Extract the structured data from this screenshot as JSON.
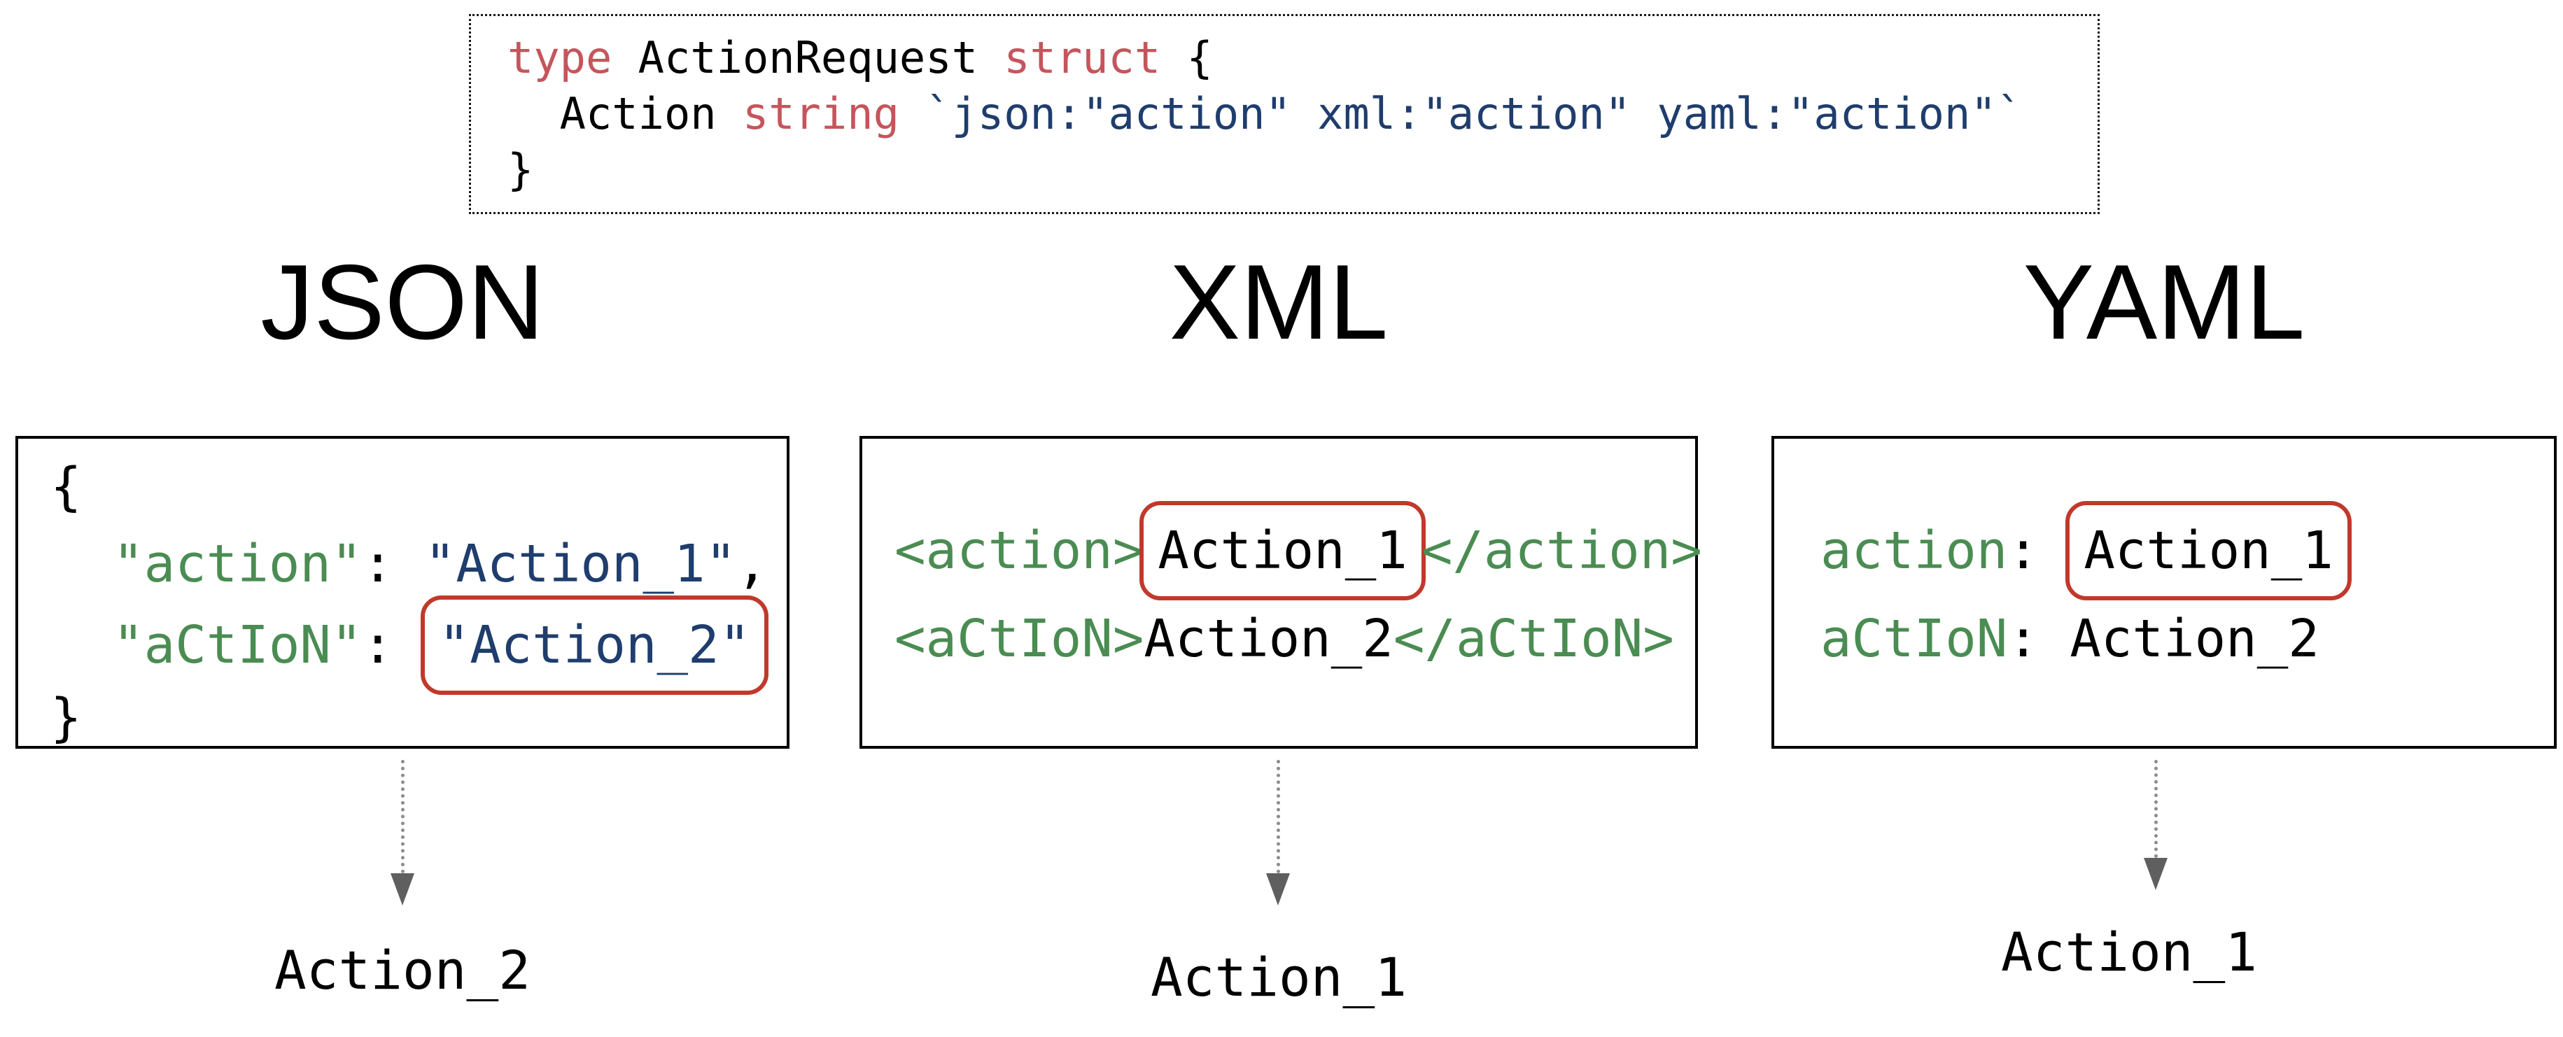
{
  "colors": {
    "keyword_red": "#c5555c",
    "key_green": "#4a8c52",
    "value_navy": "#1f3d6d",
    "highlight_box_red": "#c0392b",
    "arrow_gray": "#5f5f5f"
  },
  "struct_box": {
    "lines": [
      {
        "segments": [
          {
            "text": "type"
          },
          {
            "text": " ActionRequest "
          },
          {
            "text": "struct"
          },
          {
            "text": " {"
          }
        ]
      },
      {
        "segments": [
          {
            "text": "  Action "
          },
          {
            "text": "string"
          },
          {
            "text": " "
          },
          {
            "text": "`json:\"action\" xml:\"action\" yaml:\"action\"`"
          }
        ]
      },
      {
        "segments": [
          {
            "text": "}"
          }
        ]
      }
    ]
  },
  "json_panel": {
    "title": "JSON",
    "lines": [
      {
        "segments": [
          {
            "text": "{"
          }
        ]
      },
      {
        "segments": [
          {
            "text": "  "
          },
          {
            "text": "\"action\""
          },
          {
            "text": ": "
          },
          {
            "text": "\"Action_1\""
          },
          {
            "text": ","
          }
        ]
      },
      {
        "segments": [
          {
            "text": "  "
          },
          {
            "text": "\"aCtIoN\""
          },
          {
            "text": ": "
          },
          {
            "text": "\"Action_2\""
          }
        ]
      },
      {
        "segments": [
          {
            "text": "}"
          }
        ]
      }
    ],
    "result": "Action_2"
  },
  "xml_panel": {
    "title": "XML",
    "lines": [
      {
        "segments": [
          {
            "text": "<action>"
          },
          {
            "text": "Action_1"
          },
          {
            "text": "</action>"
          }
        ]
      },
      {
        "segments": [
          {
            "text": "<aCtIoN>"
          },
          {
            "text": "Action_2"
          },
          {
            "text": "</aCtIoN>"
          }
        ]
      }
    ],
    "result": "Action_1"
  },
  "yaml_panel": {
    "title": "YAML",
    "lines": [
      {
        "segments": [
          {
            "text": "action"
          },
          {
            "text": ": "
          },
          {
            "text": "Action_1"
          }
        ]
      },
      {
        "segments": [
          {
            "text": "aCtIoN"
          },
          {
            "text": ": "
          },
          {
            "text": "Action_2"
          }
        ]
      }
    ],
    "result": "Action_1"
  }
}
